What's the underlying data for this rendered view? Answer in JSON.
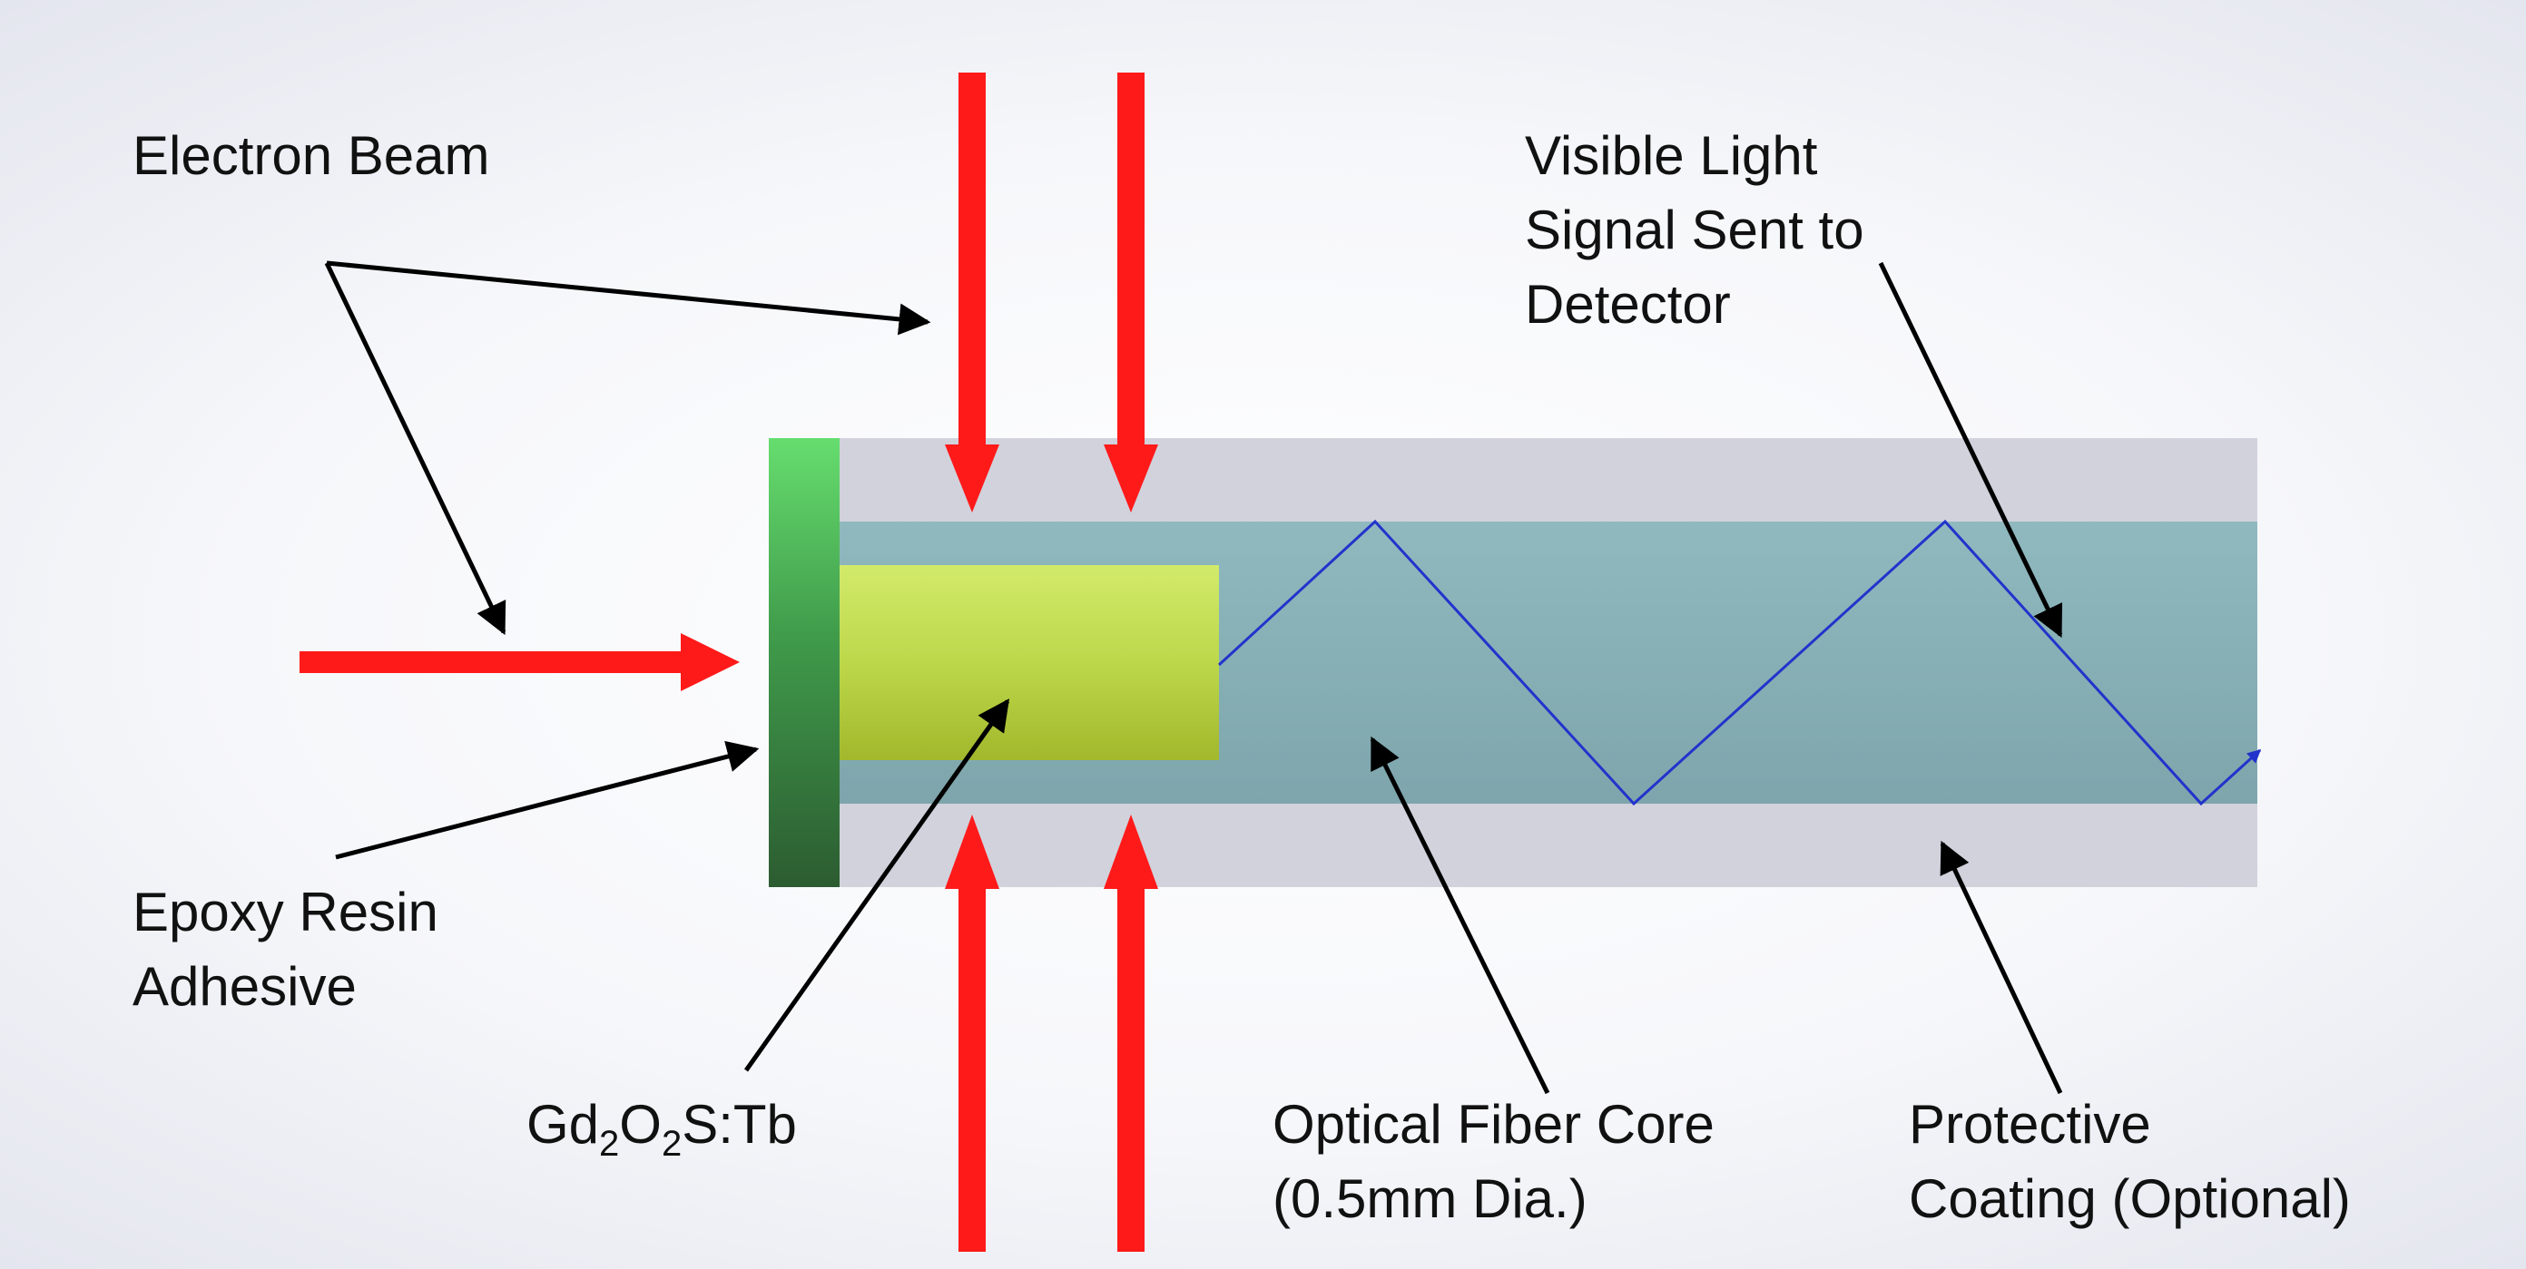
{
  "labels": {
    "electron_beam": "Electron Beam",
    "visible_light": [
      "Visible Light",
      "Signal Sent to",
      "Detector"
    ],
    "epoxy": [
      "Epoxy Resin",
      "Adhesive"
    ],
    "scintillator": {
      "part1": "Gd",
      "sub1": "2",
      "part2": "O",
      "sub2": "2",
      "part3": "S:Tb"
    },
    "fiber_core": [
      "Optical Fiber Core",
      "(0.5mm Dia.)"
    ],
    "coating": [
      "Protective",
      "Coating (Optional)"
    ]
  },
  "colors": {
    "beam": "#ff1a1a",
    "epoxy": "#3f9a4a",
    "scintillator": "#bcd84a",
    "fiber_core": "#8ab3b8",
    "coating": "#cfd0da",
    "light_path": "#2233cc",
    "leader": "#000000"
  }
}
